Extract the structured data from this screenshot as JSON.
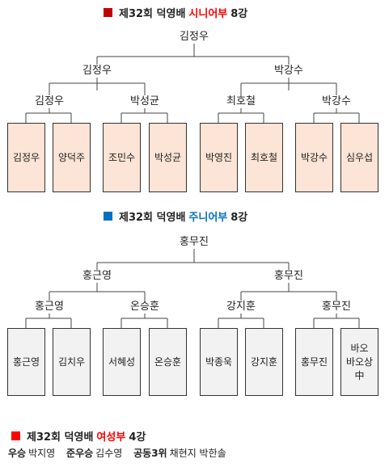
{
  "senior": {
    "title_prefix": "제32회 덕영배",
    "title_division": "시니어부",
    "title_suffix": "8강",
    "square_color": "#c00000",
    "division_color": "#ff0000",
    "champion": "김정우",
    "finalists": [
      "김정우",
      "박강수"
    ],
    "semifinalists": [
      "김정우",
      "박성균",
      "최호철",
      "박강수"
    ],
    "players": [
      "김정우",
      "양덕주",
      "조민수",
      "박성균",
      "박영진",
      "최호철",
      "박강수",
      "심우섭"
    ],
    "box_color": "#fce4d6"
  },
  "junior": {
    "title_prefix": "제32회 덕영배",
    "title_division": "주니어부",
    "title_suffix": "8강",
    "square_color": "#0070c0",
    "division_color": "#0070c0",
    "champion": "홍무진",
    "finalists": [
      "홍근영",
      "홍무진"
    ],
    "semifinalists": [
      "홍근영",
      "온승훈",
      "강지훈",
      "홍무진"
    ],
    "players": [
      "홍근영",
      "김치우",
      "서혜성",
      "온승훈",
      "박종욱",
      "강지훈",
      "홍무진",
      "바오\n바오상\n中"
    ],
    "box_color": "#f2f2f2"
  },
  "women": {
    "title_prefix": "제32회 덕영배",
    "title_division": "여성부",
    "title_suffix": "4강",
    "square_color": "#ff0000",
    "division_color": "#ff0000",
    "results": [
      {
        "label": "우승",
        "names": "박지영"
      },
      {
        "label": "준우승",
        "names": "김수영"
      },
      {
        "label": "공동3위",
        "names": "채현지 박한솔"
      }
    ]
  }
}
